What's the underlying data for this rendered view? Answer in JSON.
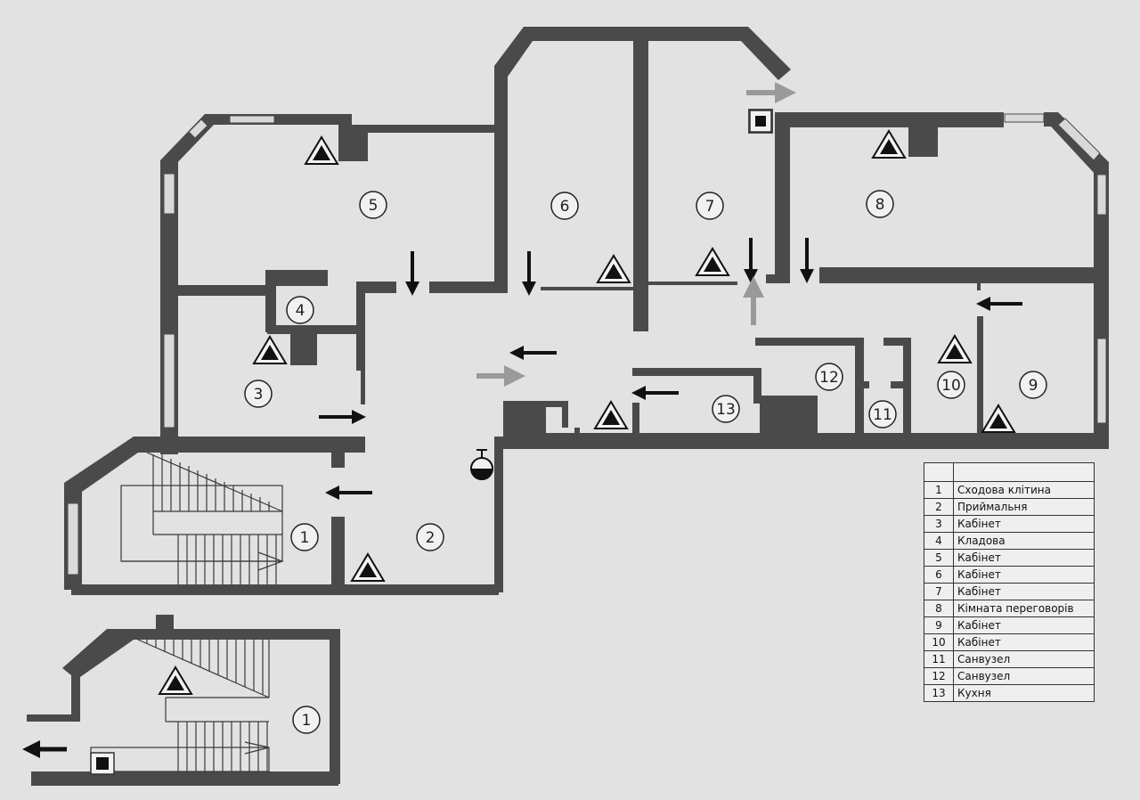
{
  "rooms": [
    {
      "num": "1"
    },
    {
      "num": "2"
    },
    {
      "num": "3"
    },
    {
      "num": "4"
    },
    {
      "num": "5"
    },
    {
      "num": "6"
    },
    {
      "num": "7"
    },
    {
      "num": "8"
    },
    {
      "num": "9"
    },
    {
      "num": "10"
    },
    {
      "num": "11"
    },
    {
      "num": "12"
    },
    {
      "num": "13"
    },
    {
      "num": "1"
    }
  ],
  "legend": [
    {
      "num": "1",
      "label": "Сходова клітина"
    },
    {
      "num": "2",
      "label": "Приймальня"
    },
    {
      "num": "3",
      "label": "Кабінет"
    },
    {
      "num": "4",
      "label": "Кладова"
    },
    {
      "num": "5",
      "label": "Кабінет"
    },
    {
      "num": "6",
      "label": "Кабінет"
    },
    {
      "num": "7",
      "label": "Кабінет"
    },
    {
      "num": "8",
      "label": "Кімната переговорів"
    },
    {
      "num": "9",
      "label": "Кабінет"
    },
    {
      "num": "10",
      "label": "Кабінет"
    },
    {
      "num": "11",
      "label": "Санвузел"
    },
    {
      "num": "12",
      "label": "Санвузел"
    },
    {
      "num": "13",
      "label": "Кухня"
    }
  ],
  "colors": {
    "wall": "#4a4a4a",
    "background": "#e2e2e2",
    "arrow": "#111111",
    "arrow_alt": "#9a9a9a"
  },
  "icons": [
    "fire-extinguisher-triangle-icon",
    "evacuation-arrow-icon",
    "fire-alarm-icon",
    "hydrant-icon"
  ]
}
